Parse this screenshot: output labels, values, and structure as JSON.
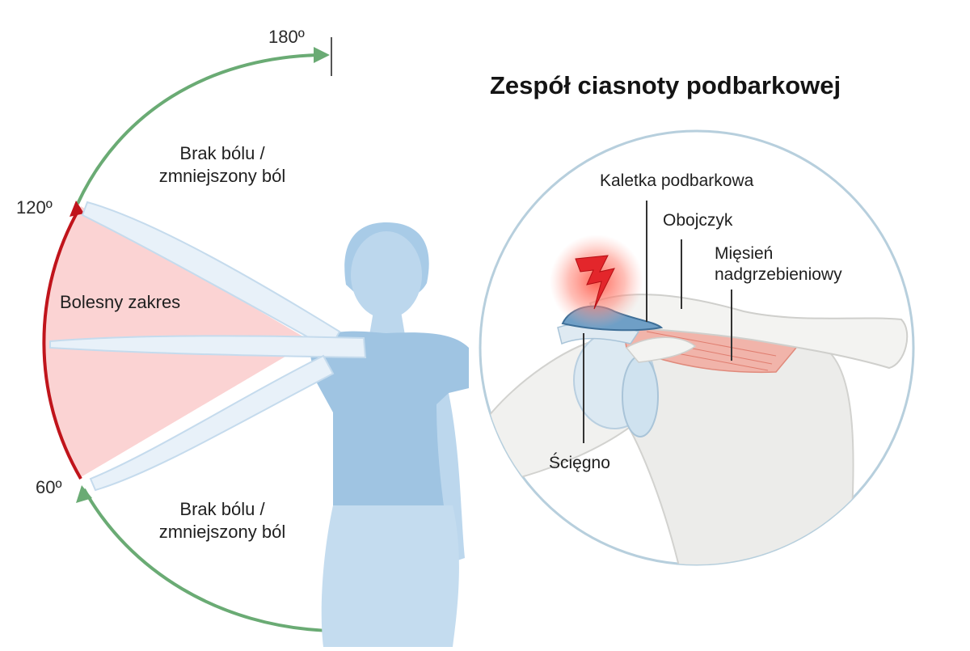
{
  "title": "Zespół ciasnoty podbarkowej",
  "angles": {
    "a180": "180º",
    "a120": "120º",
    "a60": "60º"
  },
  "zones": {
    "upper_line1": "Brak bólu /",
    "upper_line2": "zmniejszony ból",
    "painful": "Bolesny zakres",
    "lower_line1": "Brak bólu /",
    "lower_line2": "zmniejszony ból"
  },
  "anatomy": {
    "bursa": "Kaletka podbarkowa",
    "clavicle": "Obojczyk",
    "muscle_line1": "Mięsień",
    "muscle_line2": "nadgrzebieniowy",
    "tendon": "Ścięgno"
  },
  "colors": {
    "pain_red": "#c0141b",
    "pain_fill": "#fbd3d3",
    "no_pain_green": "#6aab74",
    "body_blue": "#b9d6ec",
    "shirt_blue": "#9fc4e2",
    "circle_border": "#b7cfdd",
    "bone": "#f1f1ef"
  },
  "icons": {
    "pain": "lightning-bolt-icon"
  }
}
